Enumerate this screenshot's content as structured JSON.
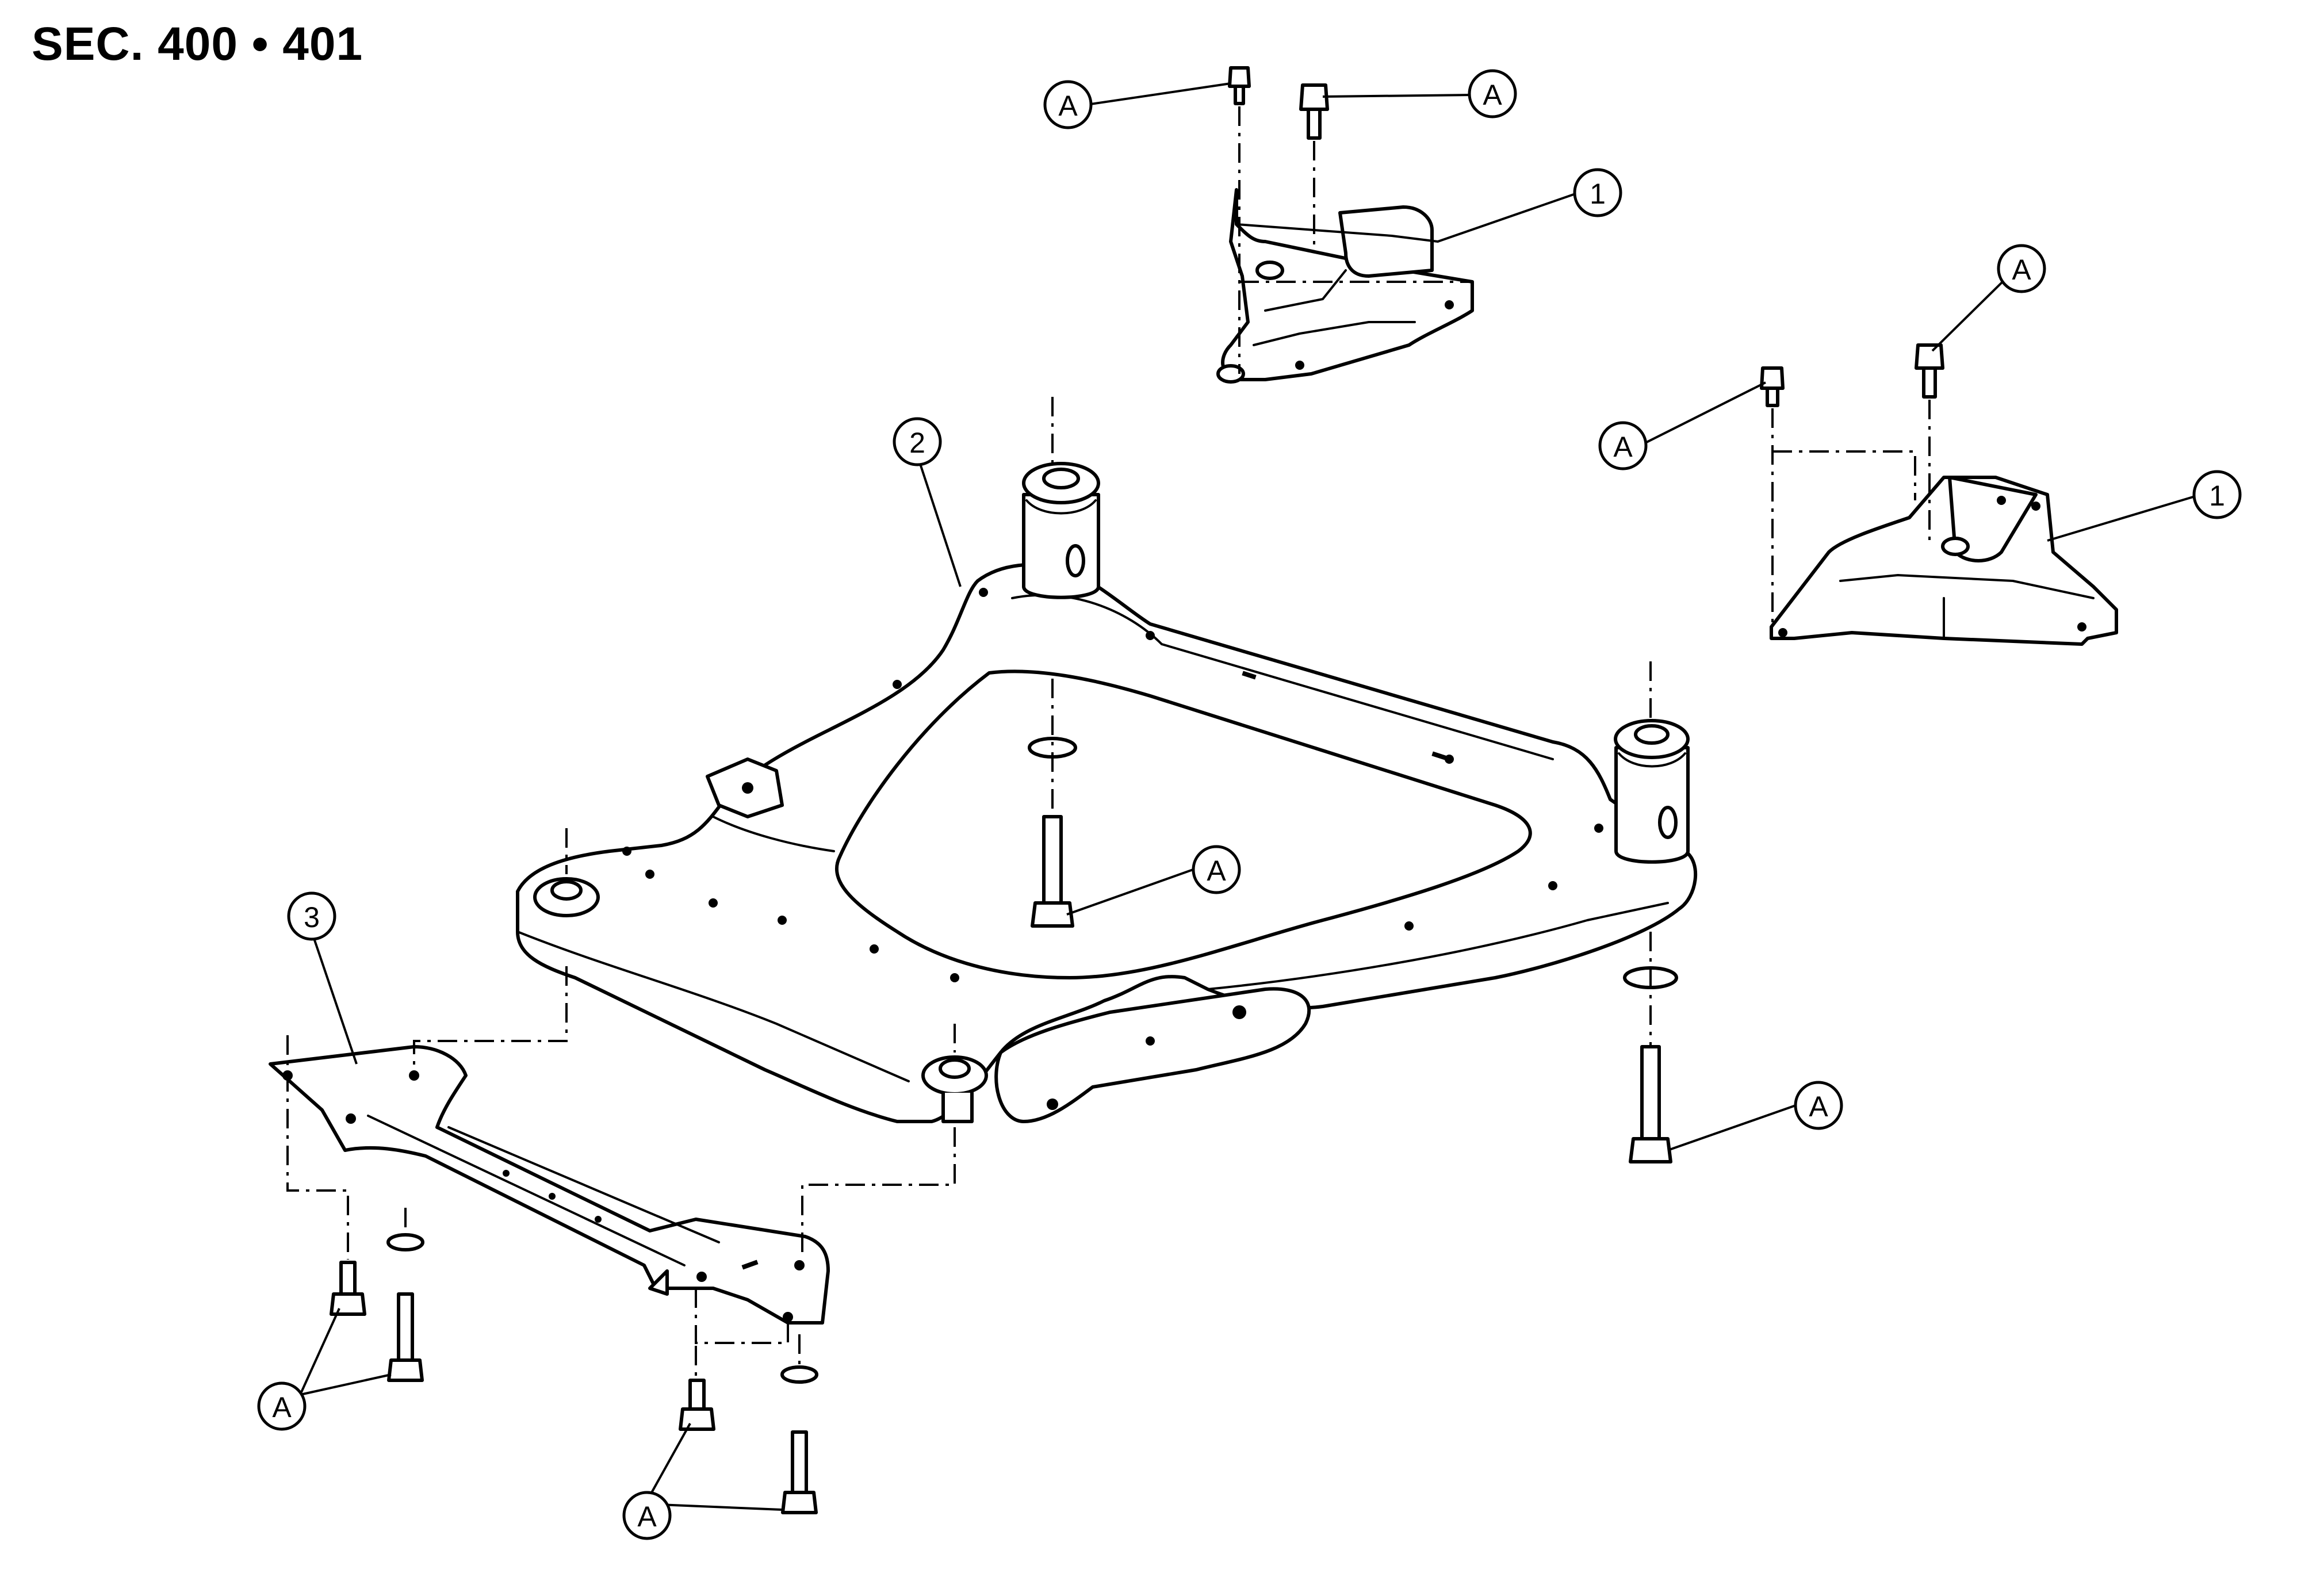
{
  "header": {
    "section_label": "SEC. 400 • 401"
  },
  "parts": {
    "mount_bracket": {
      "number": "1"
    },
    "front_suspension_member": {
      "number": "2"
    },
    "stay": {
      "number": "3"
    }
  },
  "callouts": {
    "bolt_a": "A"
  }
}
